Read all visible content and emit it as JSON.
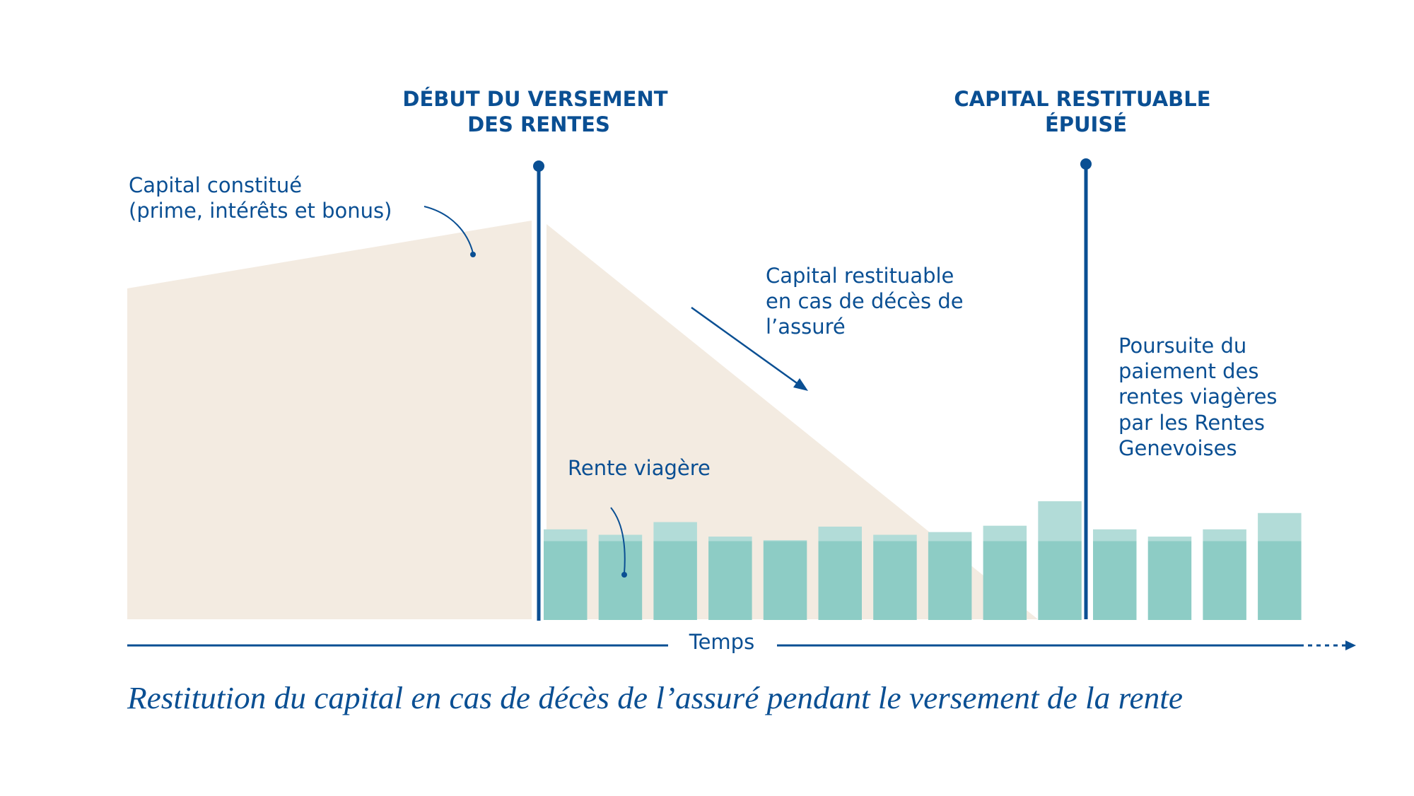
{
  "headings": {
    "start": [
      "DÉBUT DU VERSEMENT",
      "DES RENTES"
    ],
    "end": [
      "CAPITAL RESTITUABLE",
      "ÉPUISÉ"
    ]
  },
  "labels": {
    "capital_constitue": [
      "Capital constitué",
      "(prime, intérêts et bonus)"
    ],
    "capital_restituable": [
      "Capital restituable",
      "en cas de décès de",
      "l’assuré"
    ],
    "poursuite": [
      "Poursuite du",
      "paiement des",
      "rentes viagères",
      "par les Rentes",
      "Genevoises"
    ],
    "rente_viagere": "Rente viagère",
    "axis": "Temps"
  },
  "caption": "Restitution du capital en cas de décès de l’assuré pendant le versement de la rente",
  "colors": {
    "blue": "#0a4f93",
    "capital": "#f3ebe1",
    "rente_base": "#8dccc5",
    "rente_extra": "#b2dcd8"
  },
  "chart_data": {
    "type": "bar",
    "title": "Restitution du capital en cas de décès de l’assuré pendant le versement de la rente",
    "xlabel": "Temps",
    "base_value": 87,
    "values": [
      100,
      94,
      108,
      92,
      88,
      103,
      94,
      97,
      104,
      131,
      100,
      92,
      100,
      118
    ]
  }
}
